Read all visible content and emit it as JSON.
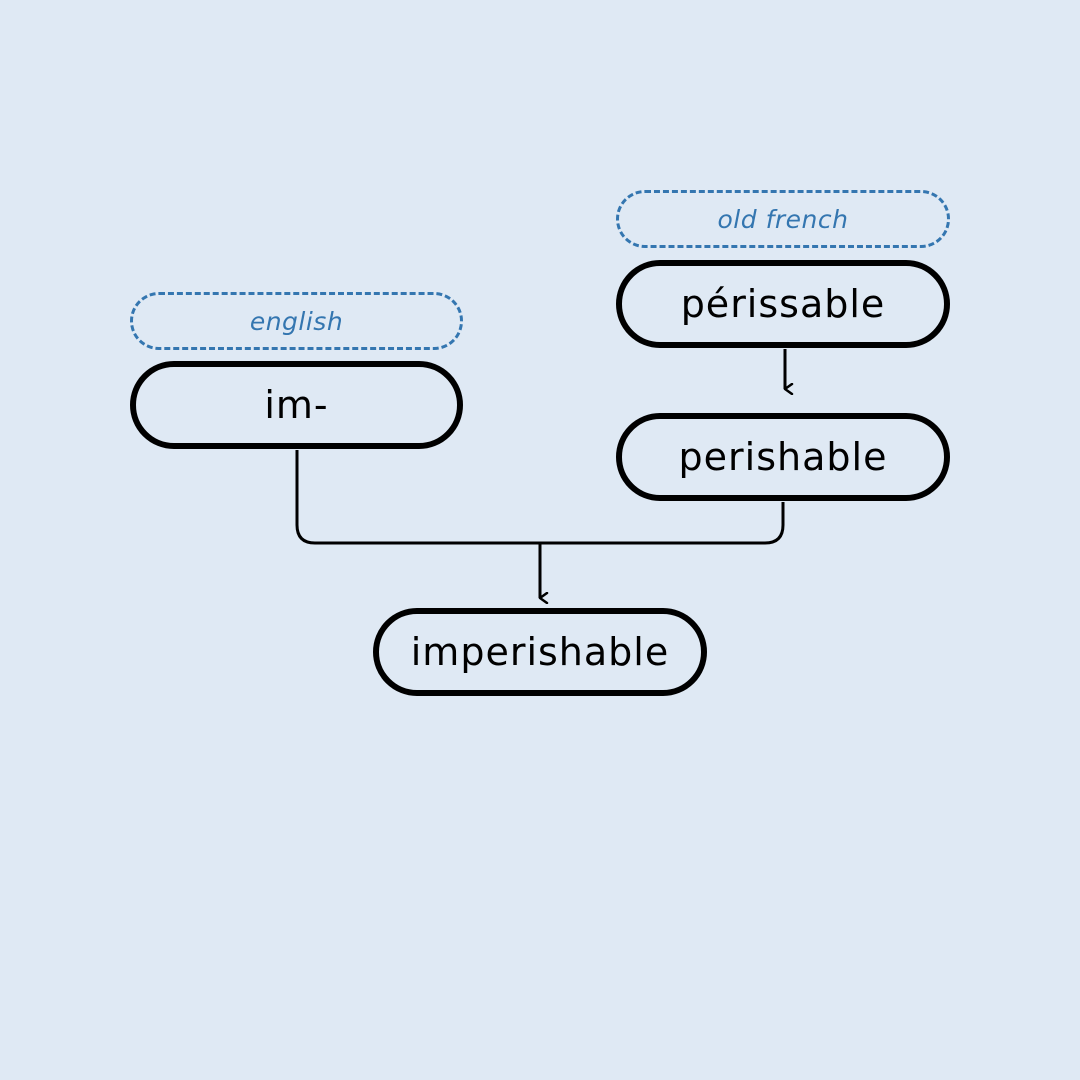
{
  "nodes": {
    "prefix": {
      "language": "english",
      "word": "im-"
    },
    "origin": {
      "language": "old french",
      "word": "périssable"
    },
    "intermediate": {
      "word": "perishable"
    },
    "result": {
      "word": "imperishable"
    }
  },
  "colors": {
    "background": "#dfe9f4",
    "language_tag": "#3476b0",
    "box_border": "#000000"
  }
}
